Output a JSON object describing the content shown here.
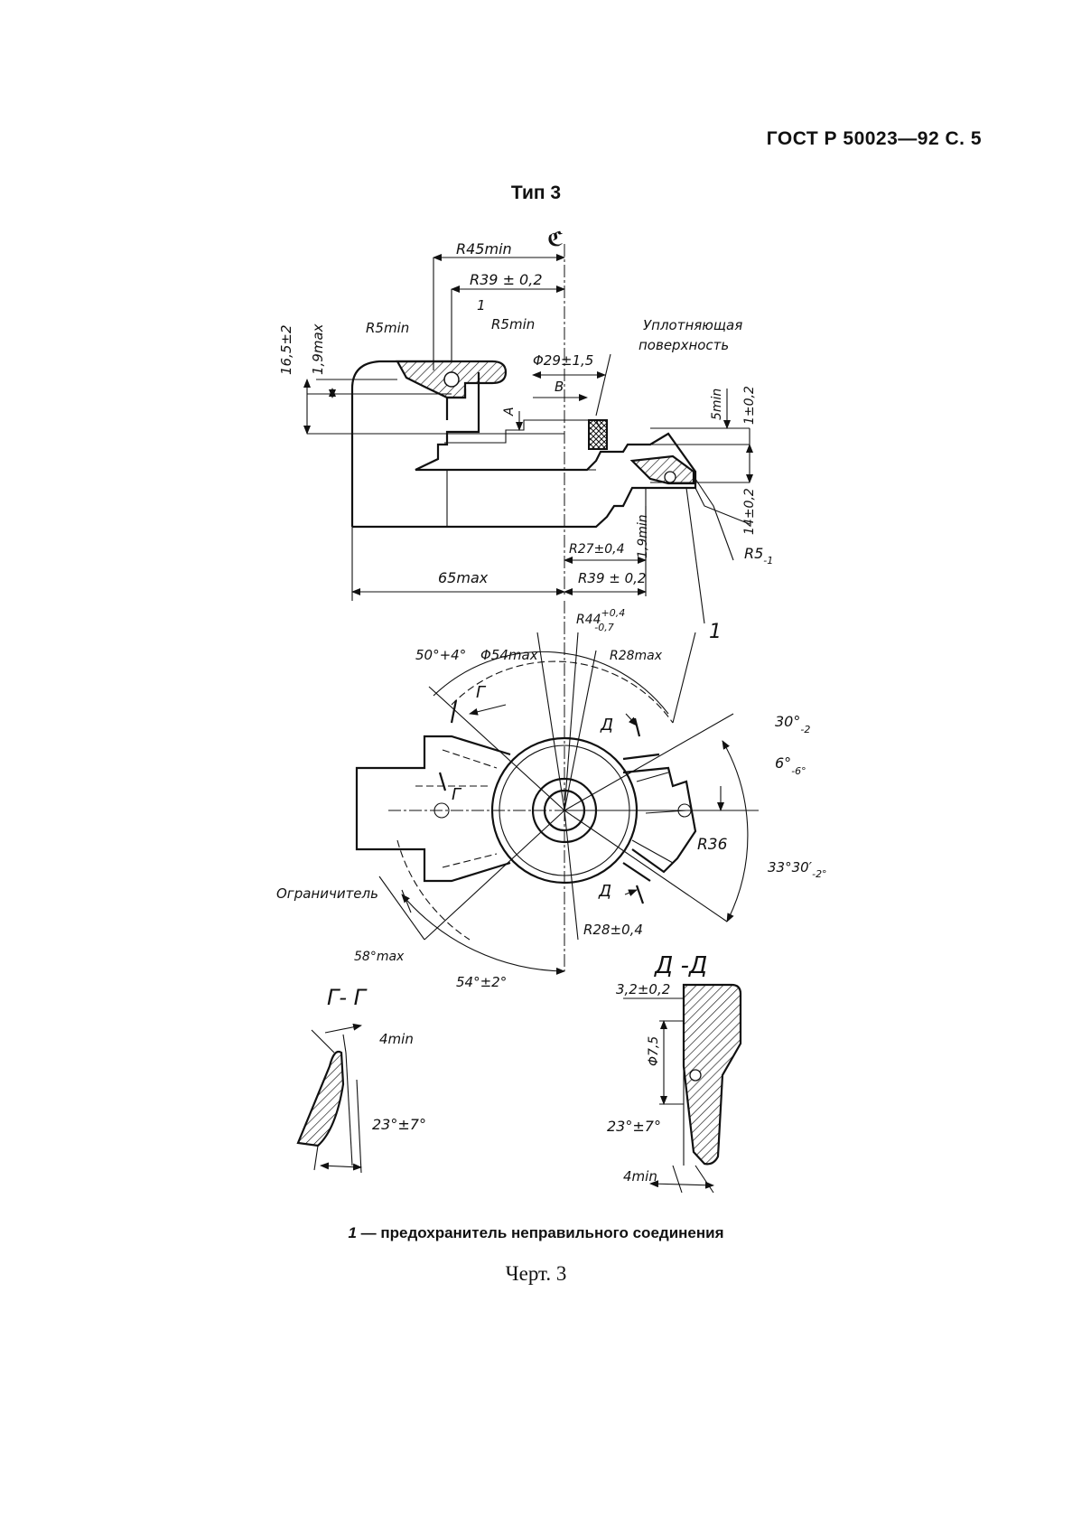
{
  "header": {
    "standard": "ГОСТ Р 50023—92 С. 5"
  },
  "title": "Тип 3",
  "top_view": {
    "r45": "R45min",
    "r39_top": "R39 ± 0,2",
    "callout_1": "1",
    "r5_left": "R5min",
    "r5_right": "R5min",
    "h16": "16,5±2",
    "h19": "1,9max",
    "d29": "Φ29±1,5",
    "b": "B",
    "a": "A",
    "seal_line1": "Уплотняющая",
    "seal_line2": "поверхность",
    "h5": "5min",
    "h1": "1±0,2",
    "h14": "14±0,2",
    "r5_minus": "R5",
    "r5_minus_sub": "-1",
    "r27": "R27±0,4",
    "h19_low": "1,9min",
    "w65": "65max",
    "r39_bottom": "R39 ± 0,2"
  },
  "plan_view": {
    "r44": "R44",
    "r44_tol_up": "+0,4",
    "r44_tol_dn": "-0,7",
    "callout_1": "1",
    "a50": "50°+4°",
    "d54": "Φ54max",
    "r28max": "R28max",
    "g_top": "Г",
    "g_mid": "Г",
    "d_top": "Д",
    "d_bot": "Д",
    "a30": "30°",
    "a30_sub": "-2",
    "a6": "6°",
    "a6_sub": "-6°",
    "r36": "R36",
    "a33": "33°30′",
    "a33_sub": "-2°",
    "limiter": "Ограничитель",
    "a58": "58°max",
    "a54": "54°±2°",
    "r28": "R28±0,4"
  },
  "section_g": {
    "title": "Г- Г",
    "w4": "4min",
    "angle": "23°±7°"
  },
  "section_d": {
    "title": "Д -Д",
    "w32": "3,2±0,2",
    "d75": "Φ7,5",
    "angle": "23°±7°",
    "w4": "4min"
  },
  "legend": {
    "number": "1",
    "text": " — предохранитель неправильного соединения"
  },
  "caption": "Черт. 3"
}
